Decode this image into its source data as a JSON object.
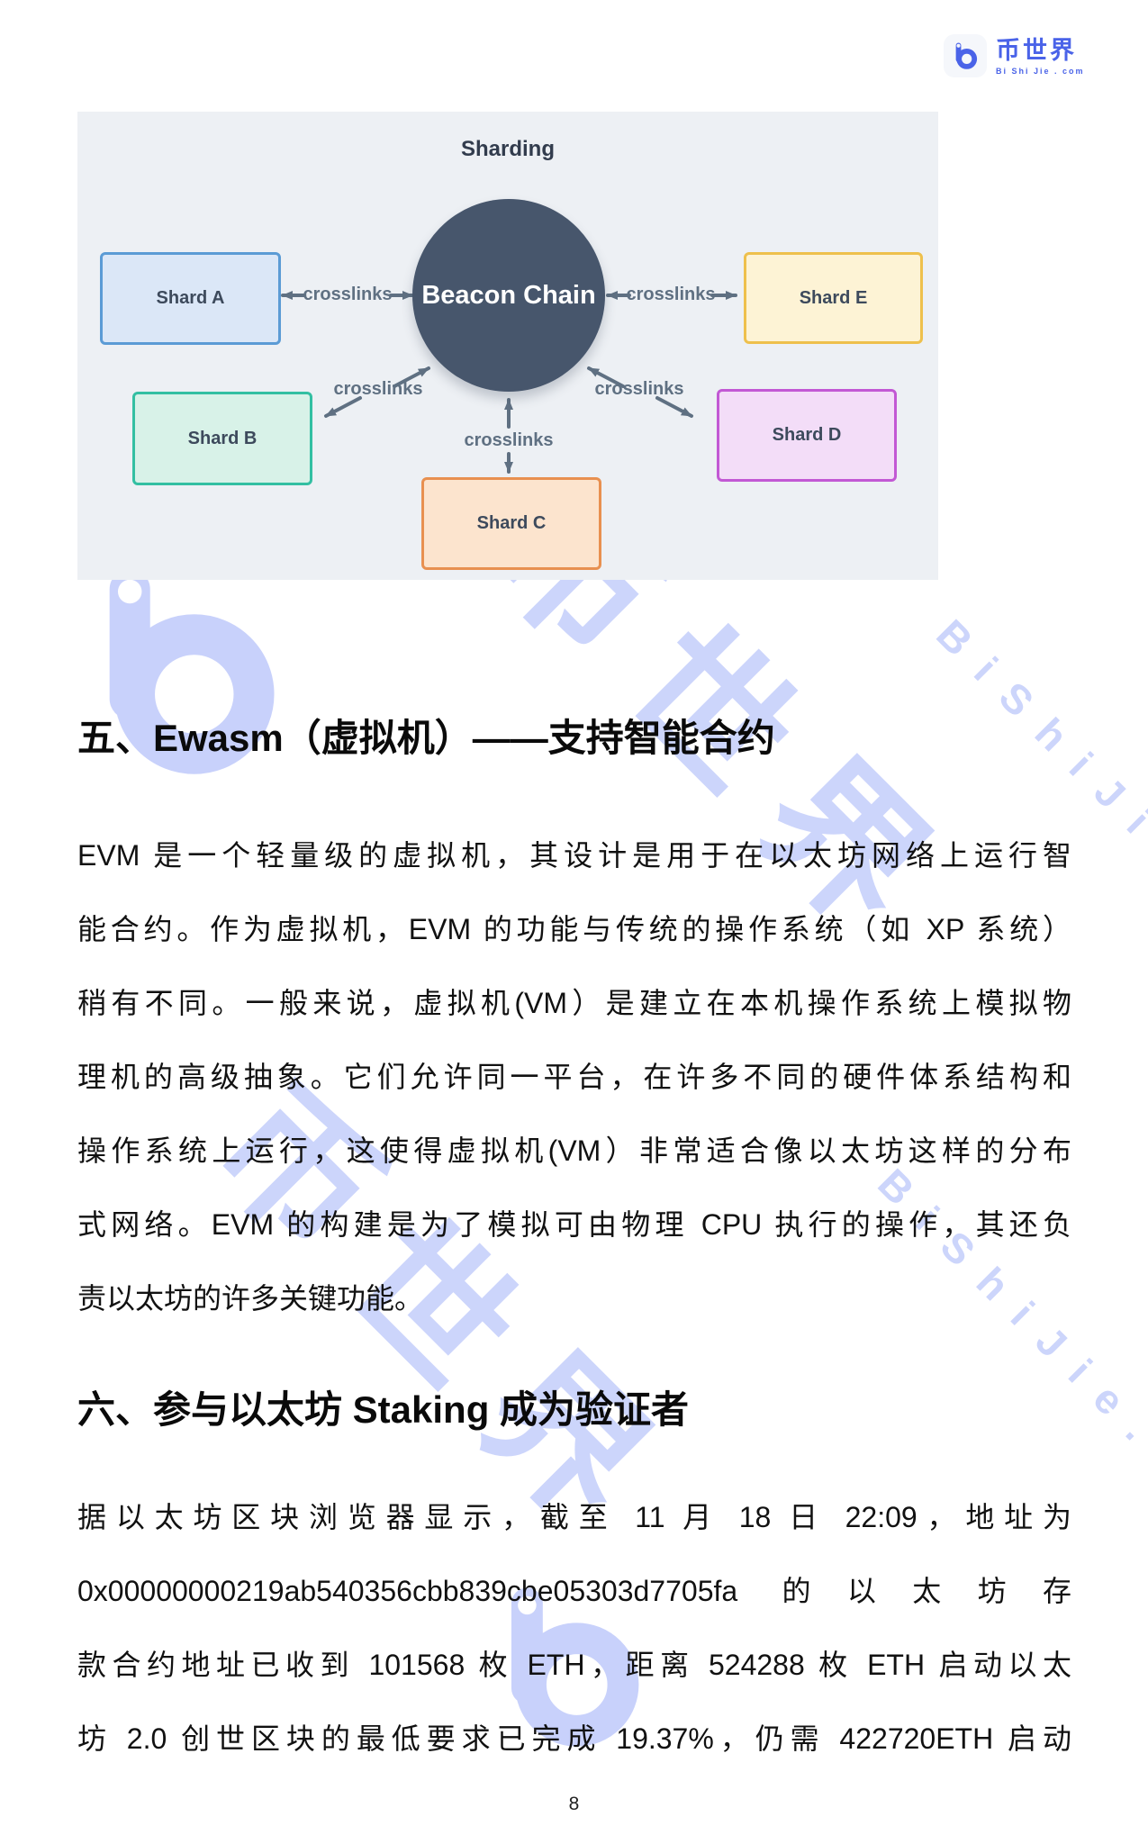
{
  "brand": {
    "name": "币世界",
    "tagline": "Bi Shi Jie . com",
    "accent": "#4a63e8"
  },
  "watermark": {
    "text_cn": "币世界",
    "text_en": "BiShiJie.com",
    "color": "#4d6af2"
  },
  "diagram": {
    "title": "Sharding",
    "center_node": "Beacon Chain",
    "link_label": "crosslinks",
    "panel_bg": "#edf0f4",
    "beacon_color": "#47566c",
    "link_color": "#5f7082",
    "shards": [
      {
        "label": "Shard A",
        "fill": "#dbe7f7",
        "border": "#5b9bd5"
      },
      {
        "label": "Shard B",
        "fill": "#d8f2e8",
        "border": "#33bfa2"
      },
      {
        "label": "Shard C",
        "fill": "#fce4ce",
        "border": "#e89050"
      },
      {
        "label": "Shard D",
        "fill": "#f3ddf8",
        "border": "#c258d4"
      },
      {
        "label": "Shard E",
        "fill": "#fdf3d5",
        "border": "#eec04c"
      }
    ]
  },
  "sections": [
    {
      "heading": "五、Ewasm（虚拟机）——支持智能合约",
      "lines": [
        "EVM 是一个轻量级的虚拟机，其设计是用于在以太坊网络上运行智",
        "能合约。作为虚拟机，EVM 的功能与传统的操作系统（如 XP 系统）",
        "稍有不同。一般来说，虚拟机(VM）是建立在本机操作系统上模拟物",
        "理机的高级抽象。它们允许同一平台，在许多不同的硬件体系结构和",
        "操作系统上运行，这使得虚拟机(VM）非常适合像以太坊这样的分布",
        "式网络。EVM 的构建是为了模拟可由物理 CPU 执行的操作，其还负",
        "责以太坊的许多关键功能。"
      ]
    },
    {
      "heading": "六、参与以太坊 Staking 成为验证者",
      "lines": [
        "据以太坊区块浏览器显示，截至 11 月 18 日 22:09，地址为",
        "0x00000000219ab540356cbb839cbe05303d7705fa 的以太坊存",
        "款合约地址已收到 101568 枚 ETH，距离 524288 枚 ETH 启动以太",
        "坊 2.0 创世区块的最低要求已完成 19.37%，仍需 422720ETH 启动"
      ]
    }
  ],
  "footer": {
    "page_number": "8"
  }
}
